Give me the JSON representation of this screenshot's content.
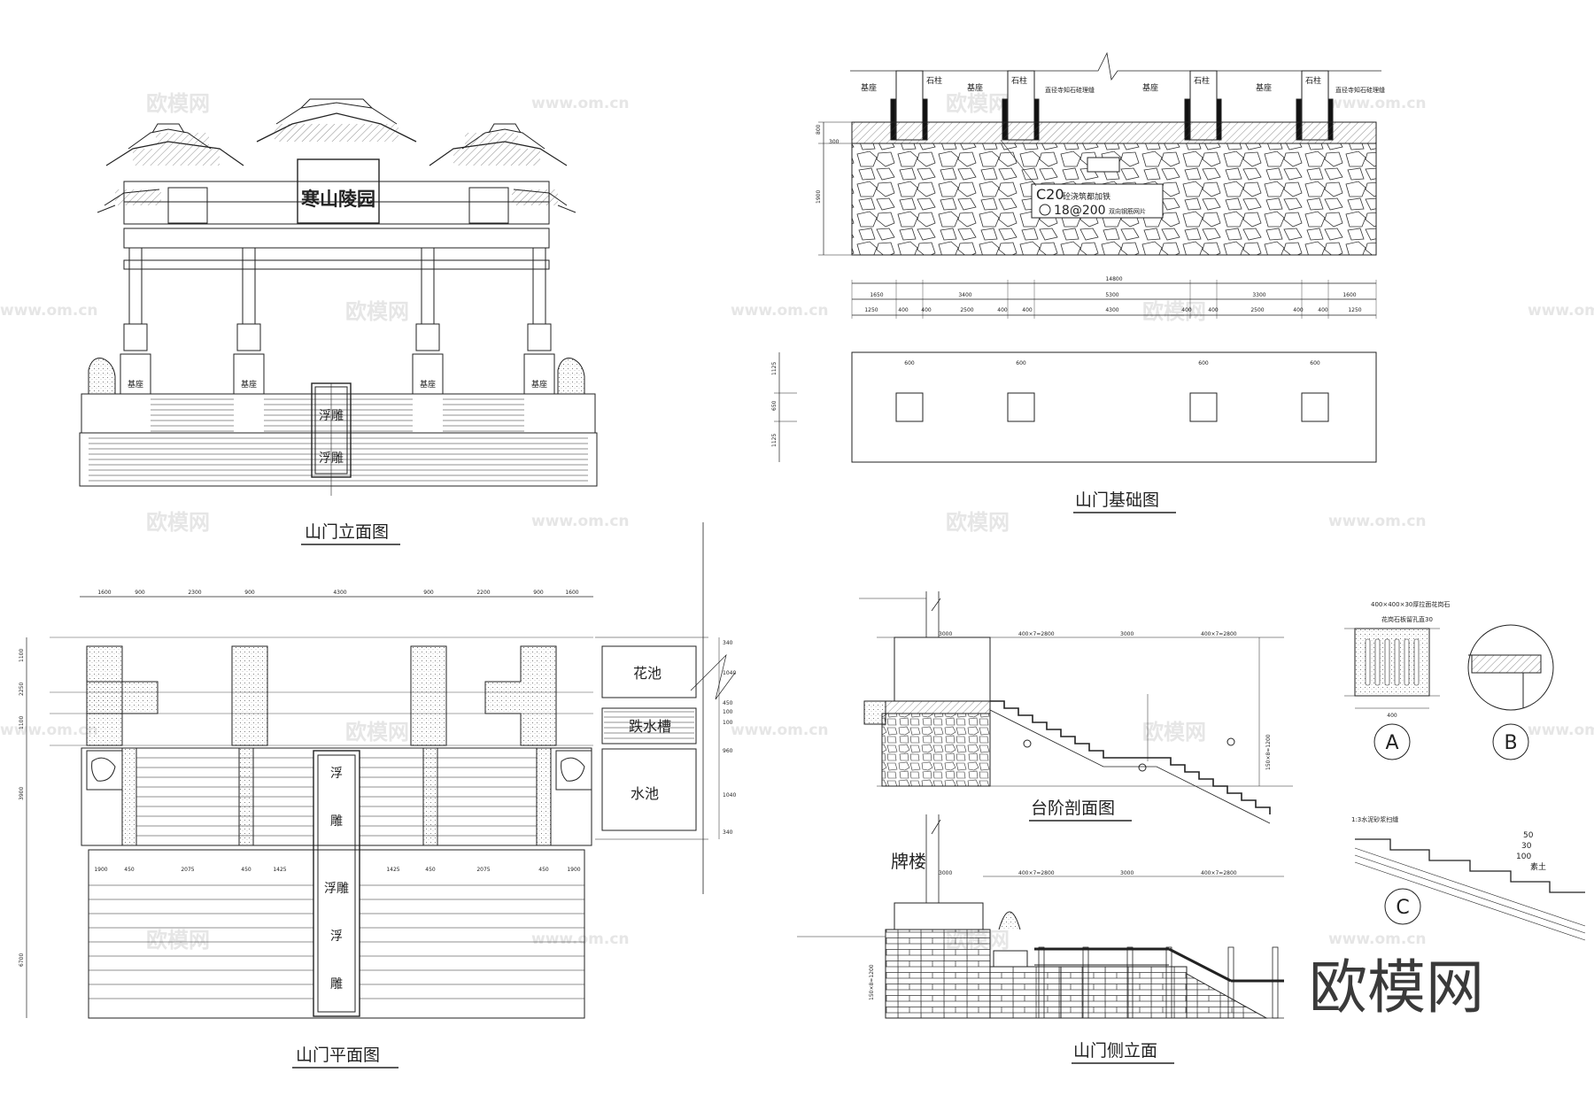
{
  "titles": {
    "elevation": "山门立面图",
    "foundation": "山门基础图",
    "plan": "山门平面图",
    "stair_section": "台阶剖面图",
    "side_elevation": "山门侧立面"
  },
  "elevation": {
    "plaque": "寒山陵园",
    "relief_1": "浮雕",
    "relief_2": "浮雕",
    "base_labels": [
      "基座",
      "基座",
      "基座",
      "基座"
    ]
  },
  "foundation": {
    "top_labels": [
      "基座",
      "石柱",
      "基座",
      "石柱",
      "直径寺知石硅理缝",
      "基座",
      "石柱",
      "基座",
      "石柱",
      "直径寺知石硅理缝"
    ],
    "concrete_note": "C20",
    "concrete_note_tail": "砼浇筑都加铁",
    "rebar_note": "18@200",
    "rebar_note_tail": "双向钢筋网片",
    "total_dim": "14800",
    "dims_row1": [
      "1650",
      "3400",
      "5300",
      "3300",
      "1600"
    ],
    "dims_row2": [
      "1250",
      "400",
      "400",
      "2500",
      "400",
      "400",
      "4300",
      "400",
      "400",
      "2500",
      "400",
      "400",
      "1250"
    ],
    "pier_dims": [
      "600",
      "600",
      "600",
      "600"
    ],
    "side_dims": [
      "1125",
      "650",
      "1125"
    ],
    "height_dims": [
      "800",
      "300",
      "1900"
    ]
  },
  "plan": {
    "relief_1": "浮",
    "relief_1b": "雕",
    "relief_2": "浮雕",
    "relief_3": "浮",
    "relief_3b": "雕",
    "labels": [
      "花池",
      "跌水槽",
      "水池"
    ],
    "top_dims": [
      "1600",
      "900",
      "2300",
      "900",
      "4300",
      "900",
      "2200",
      "900",
      "1600"
    ],
    "mid_dims": [
      "1900",
      "450",
      "2075",
      "450",
      "1425",
      "1425",
      "450",
      "2075",
      "450",
      "1900"
    ],
    "left_dims": [
      "1100",
      "2250",
      "1100",
      "3900",
      "6700"
    ],
    "right_dims": [
      "340",
      "1040",
      "450",
      "100",
      "100",
      "960",
      "1040",
      "340"
    ]
  },
  "stair_section": {
    "dims": [
      "3000",
      "400×7=2800",
      "3000",
      "400×7=2800"
    ],
    "height": "150×8=1200",
    "markers": [
      "A",
      "B",
      "C"
    ]
  },
  "details": {
    "detail_a_note": "400×400×30厚拉面花岗石",
    "detail_a_note2": "花岗石板留孔直30",
    "detail_a_dim": "400",
    "detail_c_note": "1:3水泥砂浆扫缝",
    "detail_c_layers": [
      "50",
      "30",
      "100",
      "素土"
    ],
    "marker_a": "A",
    "marker_b": "B",
    "marker_c": "C"
  },
  "side_elevation": {
    "label": "牌楼",
    "dims": [
      "3000",
      "400×7=2800",
      "3000",
      "400×7=2800"
    ],
    "height": "150×8=1200"
  },
  "watermarks": {
    "cn": "欧模网",
    "url": "www.om.cn",
    "brand": "欧模网"
  }
}
